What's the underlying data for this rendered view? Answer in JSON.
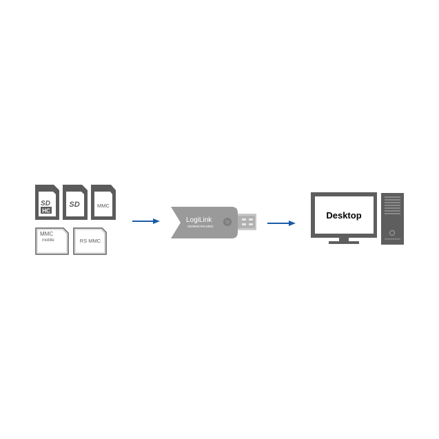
{
  "cards": {
    "sdhc": {
      "sd_text": "SD",
      "hc_text": "HC"
    },
    "sd": {
      "sd_text": "SD"
    },
    "mmc": {
      "label": "MMC"
    },
    "mmc_mobile": {
      "label": "MMC",
      "sublabel": "mobile"
    },
    "rs_mmc": {
      "label": "RS MMC"
    }
  },
  "reader": {
    "brand": "LogiLink",
    "model": "SD/MMC/RS-MMC"
  },
  "computer": {
    "screen_label": "Desktop"
  },
  "colors": {
    "arrow": "#1a5aa6",
    "device_gray": "#5e5e5e",
    "card_gray": "#5b5b5b",
    "reader_gray": "#9a9a9a"
  }
}
